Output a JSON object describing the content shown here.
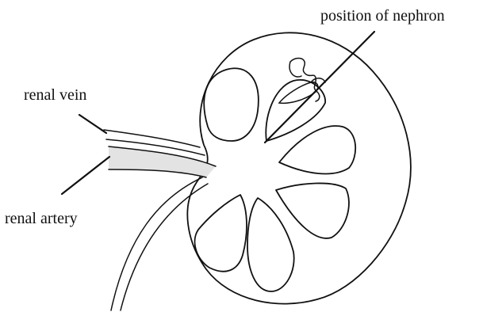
{
  "labels": {
    "renal_vein": "renal vein",
    "renal_artery": "renal artery",
    "nephron_position": "position of nephron"
  },
  "colors": {
    "outline": "#111111",
    "artery_fill": "#e3e3e3",
    "background": "#ffffff"
  }
}
